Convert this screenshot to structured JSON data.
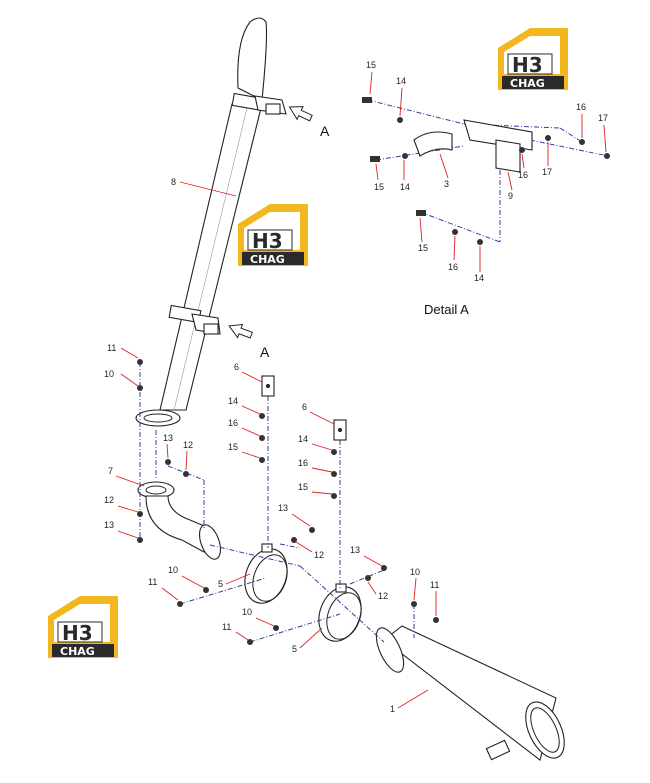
{
  "callouts": {
    "c1": "1",
    "c3": "3",
    "c5a": "5",
    "c5b": "5",
    "c6a": "6",
    "c6b": "6",
    "c7": "7",
    "c8": "8",
    "c9": "9",
    "c10a": "10",
    "c10b": "10",
    "c10c": "10",
    "c10d": "10",
    "c11a": "11",
    "c11b": "11",
    "c11c": "11",
    "c11d": "11",
    "c12a": "12",
    "c12b": "12",
    "c12c": "12",
    "c12d": "12",
    "c13a": "13",
    "c13b": "13",
    "c13c": "13",
    "c13d": "13",
    "c14a": "14",
    "c14b": "14",
    "c14c": "14",
    "c14d": "14",
    "c14e": "14",
    "c15a": "15",
    "c15b": "15",
    "c15c": "15",
    "c15d": "15",
    "c15e": "15",
    "c16a": "16",
    "c16b": "16",
    "c16c": "16",
    "c16d": "16",
    "c16e": "16",
    "c17a": "17",
    "c17b": "17"
  },
  "view_markers": {
    "a_top": "A",
    "a_bottom": "A"
  },
  "detail_caption": "Detail A",
  "logo": {
    "letters": "H3",
    "word": "CHAG"
  },
  "colors": {
    "centerline": "#3a3a9a",
    "leader": "#dd2222",
    "logo_yellow": "#f2b71e",
    "logo_dark": "#2a2a2a"
  }
}
